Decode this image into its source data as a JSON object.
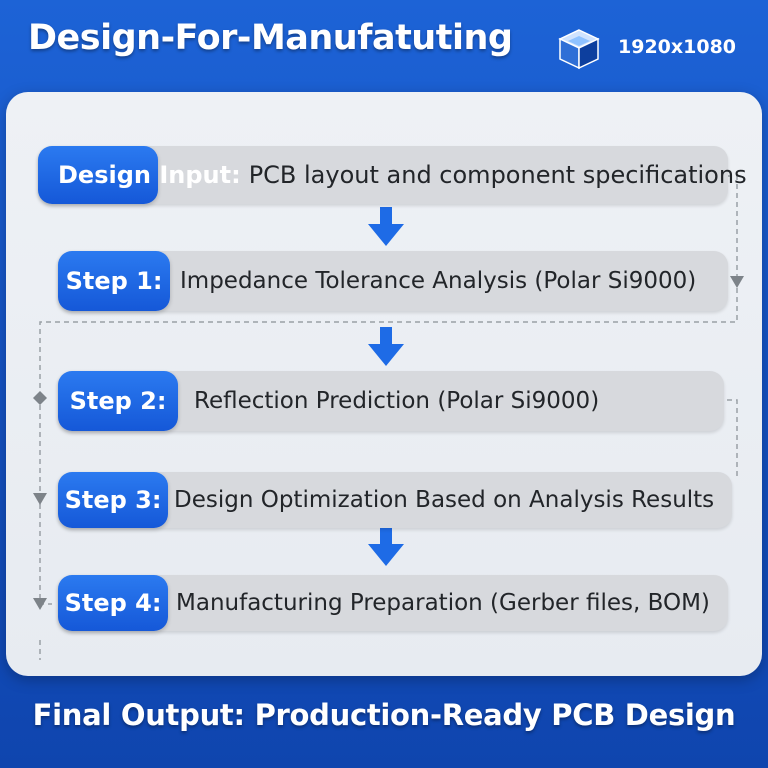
{
  "header": {
    "title": "Design-For-Manufatuting",
    "resolution": "1920x1080",
    "icon": "cube-icon"
  },
  "steps": [
    {
      "label": "Design Input:",
      "text": "PCB layout and component specifications"
    },
    {
      "label": "Step 1:",
      "text": "Impedance Tolerance Analysis (Polar Si9000)"
    },
    {
      "label": "Step 2:",
      "text": "Reflection Prediction (Polar Si9000)"
    },
    {
      "label": "Step 3:",
      "text": "Design Optimization Based on Analysis Results"
    },
    {
      "label": "Step 4:",
      "text": "Manufacturing Preparation (Gerber files, BOM)"
    }
  ],
  "footer": {
    "text": "Final Output: Production-Ready PCB Design"
  },
  "colors": {
    "background": "#1553c4",
    "accent": "#1a63e3",
    "arrow": "#1e6be6",
    "row": "#d7d9dd",
    "connector": "#9aa0a6"
  }
}
